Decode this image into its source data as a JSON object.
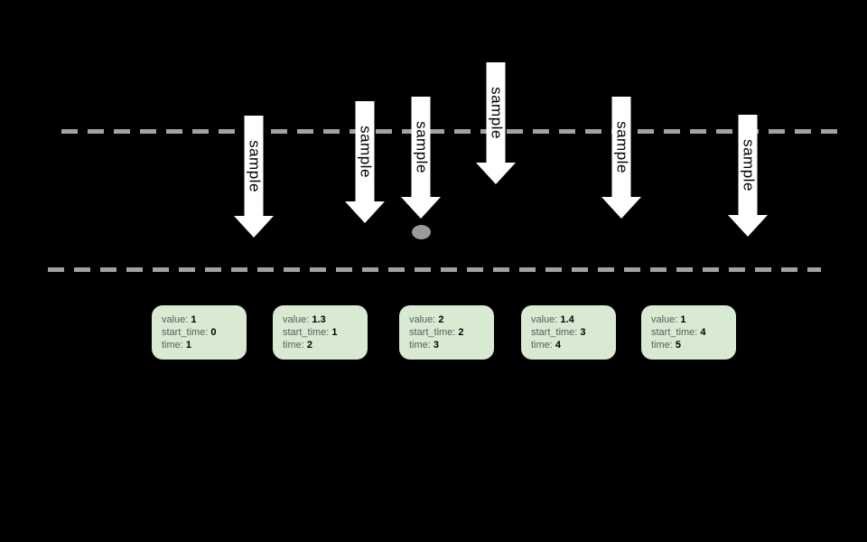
{
  "colors": {
    "background": "#000000",
    "dashed_line": "#a2a2a2",
    "arrow_fill": "#ffffff",
    "arrow_text": "#000000",
    "dot": "#9a9a9a",
    "box_fill": "#d9ead3",
    "box_label_text": "#5b5b5b",
    "box_value_text": "#000000"
  },
  "arrows": [
    {
      "label": "sample"
    },
    {
      "label": "sample"
    },
    {
      "label": "sample"
    },
    {
      "label": "sample"
    },
    {
      "label": "sample"
    },
    {
      "label": "sample"
    }
  ],
  "field_labels": {
    "value": "value:",
    "start_time": "start_time:",
    "time": "time:"
  },
  "sample_boxes": [
    {
      "value": "1",
      "start_time": "0",
      "time": "1"
    },
    {
      "value": "1.3",
      "start_time": "1",
      "time": "2"
    },
    {
      "value": "2",
      "start_time": "2",
      "time": "3"
    },
    {
      "value": "1.4",
      "start_time": "3",
      "time": "4"
    },
    {
      "value": "1",
      "start_time": "4",
      "time": "5"
    }
  ]
}
